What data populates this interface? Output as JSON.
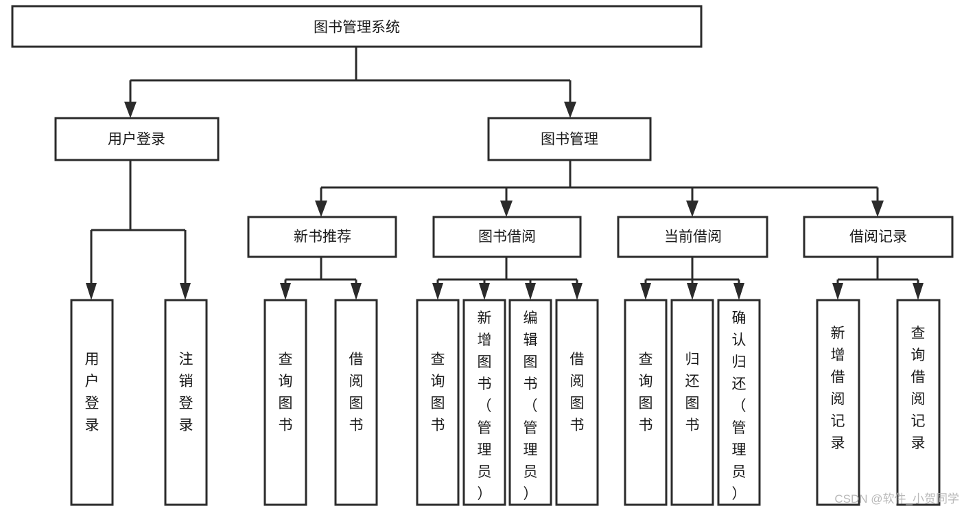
{
  "diagram": {
    "title": "图书管理系统",
    "type": "tree-hierarchy-chart",
    "orientation": "top-down",
    "root": {
      "id": "root",
      "label": "图书管理系统"
    },
    "level2": [
      {
        "id": "user-login",
        "label": "用户登录"
      },
      {
        "id": "book-management",
        "label": "图书管理"
      }
    ],
    "level3": [
      {
        "id": "new-book-recommend",
        "label": "新书推荐",
        "parent": "book-management"
      },
      {
        "id": "book-borrow",
        "label": "图书借阅",
        "parent": "book-management"
      },
      {
        "id": "current-borrow",
        "label": "当前借阅",
        "parent": "book-management"
      },
      {
        "id": "borrow-record",
        "label": "借阅记录",
        "parent": "book-management"
      }
    ],
    "leaves": [
      {
        "id": "leaf-user-login",
        "label": "用户登录",
        "parent": "user-login"
      },
      {
        "id": "leaf-user-logout",
        "label": "注销登录",
        "parent": "user-login"
      },
      {
        "id": "leaf-query-book-1",
        "label": "查询图书",
        "parent": "new-book-recommend"
      },
      {
        "id": "leaf-borrow-book-1",
        "label": "借阅图书",
        "parent": "new-book-recommend"
      },
      {
        "id": "leaf-query-book-2",
        "label": "查询图书",
        "parent": "book-borrow"
      },
      {
        "id": "leaf-add-book",
        "label": "新增图书（管理员）",
        "parent": "book-borrow"
      },
      {
        "id": "leaf-edit-book",
        "label": "编辑图书（管理员）",
        "parent": "book-borrow"
      },
      {
        "id": "leaf-borrow-book-2",
        "label": "借阅图书",
        "parent": "book-borrow"
      },
      {
        "id": "leaf-query-book-3",
        "label": "查询图书",
        "parent": "current-borrow"
      },
      {
        "id": "leaf-return-book",
        "label": "归还图书",
        "parent": "current-borrow"
      },
      {
        "id": "leaf-confirm-return",
        "label": "确认归还（管理员）",
        "parent": "current-borrow"
      },
      {
        "id": "leaf-add-record",
        "label": "新增借阅记录",
        "parent": "borrow-record"
      },
      {
        "id": "leaf-query-record",
        "label": "查询借阅记录",
        "parent": "borrow-record"
      }
    ],
    "colors": {
      "stroke": "#2b2b2b",
      "fill": "#ffffff",
      "text": "#1a1a1a",
      "watermark": "#b9b9b9"
    }
  },
  "watermark": {
    "text": "CSDN @软件_小贺同学"
  }
}
